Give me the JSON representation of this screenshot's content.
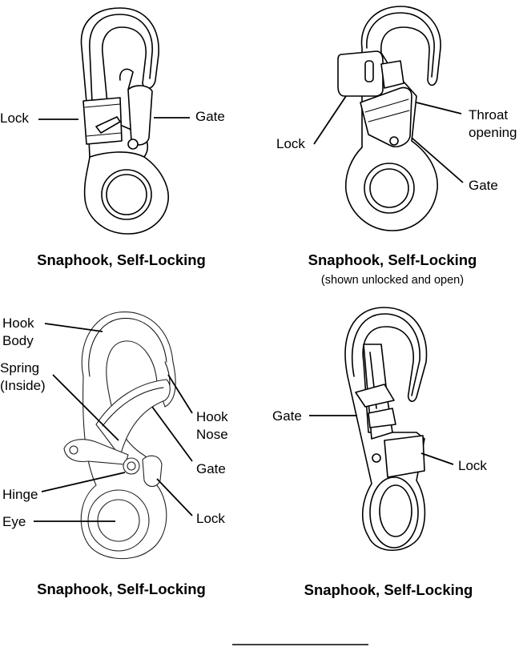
{
  "panels": [
    {
      "id": "top-left",
      "caption": "Snaphook, Self-Locking",
      "labels": {
        "lock": "Lock",
        "gate": "Gate"
      }
    },
    {
      "id": "top-right",
      "caption": "Snaphook, Self-Locking",
      "subcaption": "(shown unlocked and open)",
      "labels": {
        "lock": "Lock",
        "throat": "Throat\nopening",
        "gate": "Gate"
      }
    },
    {
      "id": "bottom-left",
      "caption": "Snaphook, Self-Locking",
      "labels": {
        "hook_body": "Hook\nBody",
        "spring": "Spring\n(Inside)",
        "hook_nose": "Hook\nNose",
        "gate": "Gate",
        "hinge": "Hinge",
        "eye": "Eye",
        "lock": "Lock"
      }
    },
    {
      "id": "bottom-right",
      "caption": "Snaphook, Self-Locking",
      "labels": {
        "gate": "Gate",
        "lock": "Lock"
      }
    }
  ]
}
